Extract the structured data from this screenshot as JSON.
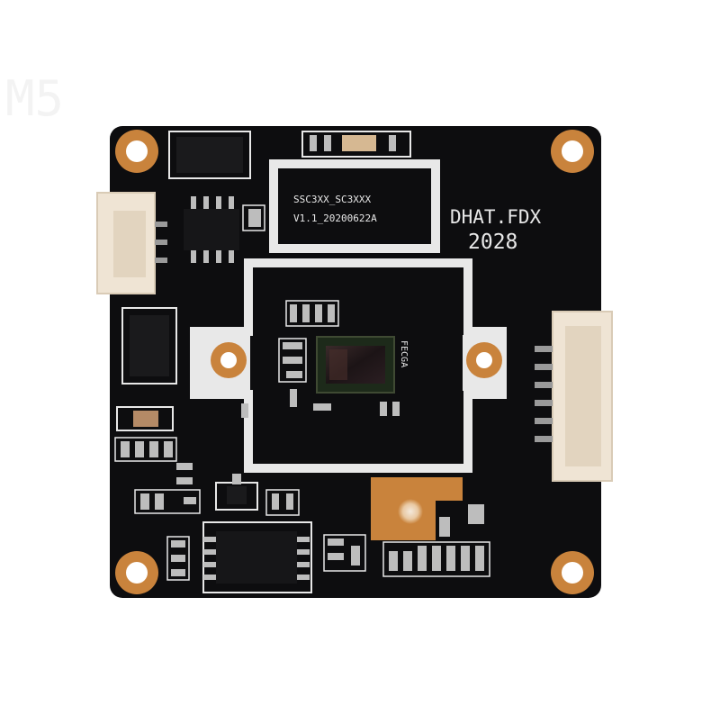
{
  "board": {
    "silkscreen_model": "SSC3XX_SC3XXX",
    "silkscreen_version": "V1.1_20200622A",
    "brand_label": "DHAT.FDX",
    "brand_number": "2028",
    "sensor_marking": "FECGA",
    "watermark": "M5"
  },
  "colors": {
    "pcb": "#0d0d0f",
    "gold_pad": "#c9833c",
    "silkscreen": "#e8e8e8",
    "connector": "#f2e9dc",
    "sensor": "#1d2a1a"
  }
}
